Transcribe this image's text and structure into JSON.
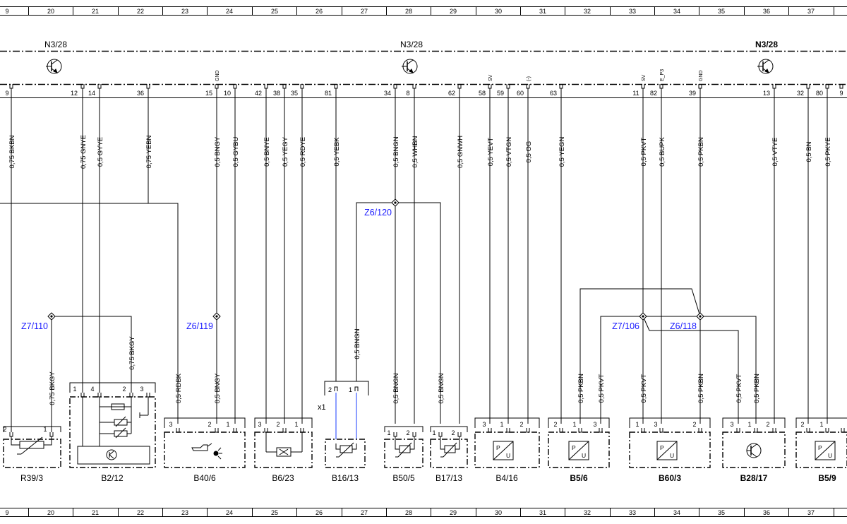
{
  "ruler": [
    "9",
    "20",
    "21",
    "22",
    "23",
    "24",
    "25",
    "26",
    "27",
    "28",
    "29",
    "30",
    "31",
    "32",
    "33",
    "34",
    "35",
    "36",
    "37"
  ],
  "control_unit": {
    "labels": [
      "N3/28",
      "N3/28",
      "N3/28"
    ],
    "pins": [
      "9",
      "12",
      "14",
      "36",
      "15",
      "10",
      "42",
      "38",
      "35",
      "81",
      "34",
      "8",
      "62",
      "58",
      "59",
      "60",
      "63",
      "11",
      "82",
      "39",
      "13",
      "32",
      "80",
      "9"
    ],
    "pin_tags": [
      "GND",
      "SV",
      "(-)",
      "SV",
      "E_P3",
      "GND"
    ]
  },
  "wires": [
    "0,75 BKBN",
    "0,75 GNYE",
    "0,5 GYYE",
    "0,75 YEBN",
    "0,5 BNGY",
    "0,5 GYBU",
    "0,5 BNYE",
    "0,5 YEGY",
    "0,5 RDYE",
    "0,5 YEBK",
    "0,5 BNGN",
    "0,5 WHBN",
    "0,5 GNWH",
    "0,5 YEVT",
    "0,5 VTGN",
    "0,5 OG",
    "0,5 YEGN",
    "0,5 PKVT",
    "0,5 BUPK",
    "0,5 PKBN",
    "0,5 VTYE",
    "0,5 BN",
    "0,5 PKYE"
  ],
  "lower_wires": [
    "0,75 BKGY",
    "0,75 BKGY",
    "0,5 RDBK",
    "0,5 BNGY",
    "0,5 BNGN",
    "0,5 BNGN",
    "0,5 BNGN",
    "0,5 PKBN",
    "0,5 PKVT",
    "0,5 PKVT",
    "0,5 PKBN",
    "0,5 PKVT",
    "0,5 PKBN"
  ],
  "splices": [
    "Z7/110",
    "Z6/119",
    "Z6/120",
    "Z7/106",
    "Z6/118"
  ],
  "connector_x1": {
    "label": "x1",
    "pins": [
      "2",
      "1"
    ]
  },
  "component_pins": [
    "2",
    "1",
    "1",
    "4",
    "2",
    "3",
    "3",
    "2",
    "1",
    "3",
    "2",
    "1",
    "1",
    "2",
    "1",
    "2",
    "3",
    "1",
    "2",
    "2",
    "1",
    "3",
    "1",
    "3",
    "2",
    "3",
    "1",
    "2",
    "2",
    "1"
  ],
  "components": [
    "R39/3",
    "B2/12",
    "B40/6",
    "B6/23",
    "B16/13",
    "B50/5",
    "B17/13",
    "B4/16",
    "B5/6",
    "B60/3",
    "B28/17",
    "B5/9"
  ],
  "symbols": {
    "p": "P",
    "u": "U"
  }
}
